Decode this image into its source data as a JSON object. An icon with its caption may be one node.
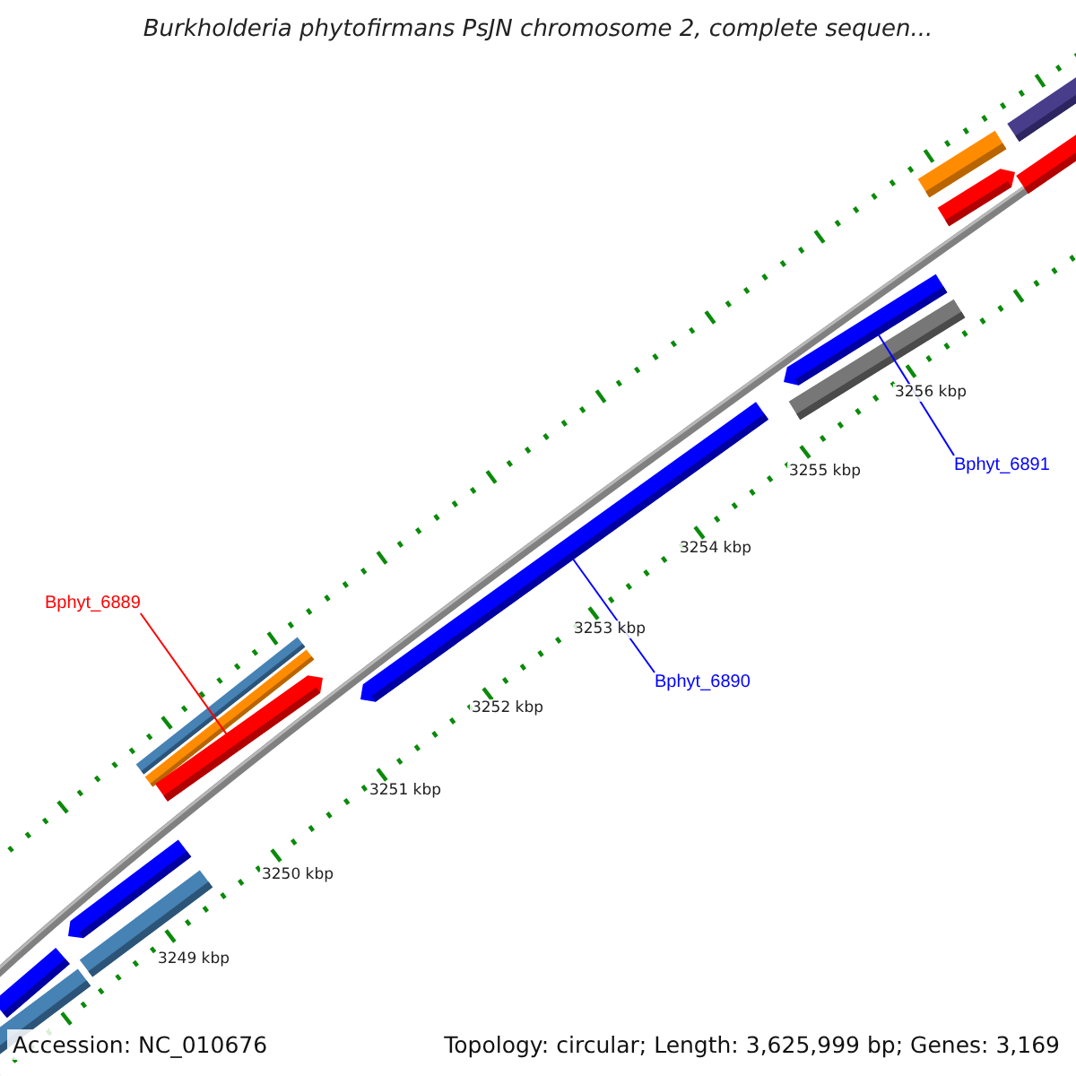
{
  "diagram": {
    "title": "Burkholderia phytofirmans PsJN chromosome 2, complete sequen...",
    "nodes": [
      {
        "text": [],
        "shape": "bar"
      },
      {
        "text": [],
        "shape": "bar"
      },
      {
        "text": [],
        "shape": "bar"
      },
      {
        "text": [],
        "shape": "bar"
      },
      {
        "text": [],
        "shape": "bar"
      },
      {
        "text": [],
        "shape": "bar"
      },
      {
        "text": [],
        "shape": "bar"
      },
      {
        "text": [],
        "shape": "bar"
      },
      {
        "text": [],
        "shape": "bar"
      },
      {
        "text": [],
        "shape": "bar"
      },
      {
        "text": [],
        "shape": "bar"
      },
      {
        "text": [],
        "shape": "bar"
      },
      {
        "text": [],
        "shape": "bar"
      },
      {
        "text": [],
        "shape": "bar"
      },
      {
        "text": [
          "Bphyt_6889"
        ]
      },
      {
        "text": [
          "Bphyt_6890"
        ]
      },
      {
        "text": [
          "Bphyt_6891"
        ]
      }
    ],
    "edges": [
      {
        "from": 14,
        "to": 6,
        "arrow": "none",
        "color": "#ff0000"
      },
      {
        "from": 15,
        "to": 7,
        "arrow": "none"
      },
      {
        "from": 16,
        "to": 8,
        "arrow": "none"
      }
    ],
    "labels": [
      "3249 kbp",
      "3250 kbp",
      "3251 kbp",
      "3252 kbp",
      "3253 kbp",
      "3254 kbp",
      "3255 kbp",
      "3256 kbp",
      "Accession: NC_010676",
      "Topology: circular; Length: 3,625,999 bp; Genes: 3,169"
    ]
  }
}
